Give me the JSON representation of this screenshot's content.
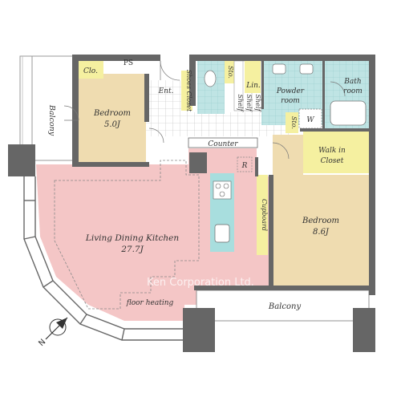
{
  "rooms": {
    "bedroom_small": {
      "name": "Bedroom",
      "size": "5.0J"
    },
    "bedroom_large": {
      "name": "Bedroom",
      "size": "8.6J"
    },
    "ldk": {
      "name": "Living Dining Kitchen",
      "size": "27.7J"
    },
    "bath": {
      "line1": "Bath",
      "line2": "room"
    },
    "powder": {
      "line1": "Powder",
      "line2": "room"
    },
    "walk_in": {
      "line1": "Walk in",
      "line2": "Closet"
    }
  },
  "labels": {
    "closet": "Clo.",
    "entrance": "Ent.",
    "shoes_closet": "Shoes Closet",
    "storage": "Sto.",
    "linen": "Lin.",
    "counter": "Counter",
    "cupboard": "Cupboard",
    "balcony": "Balcony",
    "floor_heating": "floor heating",
    "ps": "PS",
    "refrigerator": "R",
    "washer": "W",
    "shelf": "Shelf",
    "north": "N"
  },
  "watermark": "Ken Corporation Ltd.",
  "colors": {
    "wall": "#666666",
    "ldk_floor": "#f4c6c6",
    "bedroom_floor": "#efdcb0",
    "wet_floor": "#bfe4e4",
    "storage_fill": "#f5f0a0",
    "kitchen_counter": "#a8dede"
  }
}
